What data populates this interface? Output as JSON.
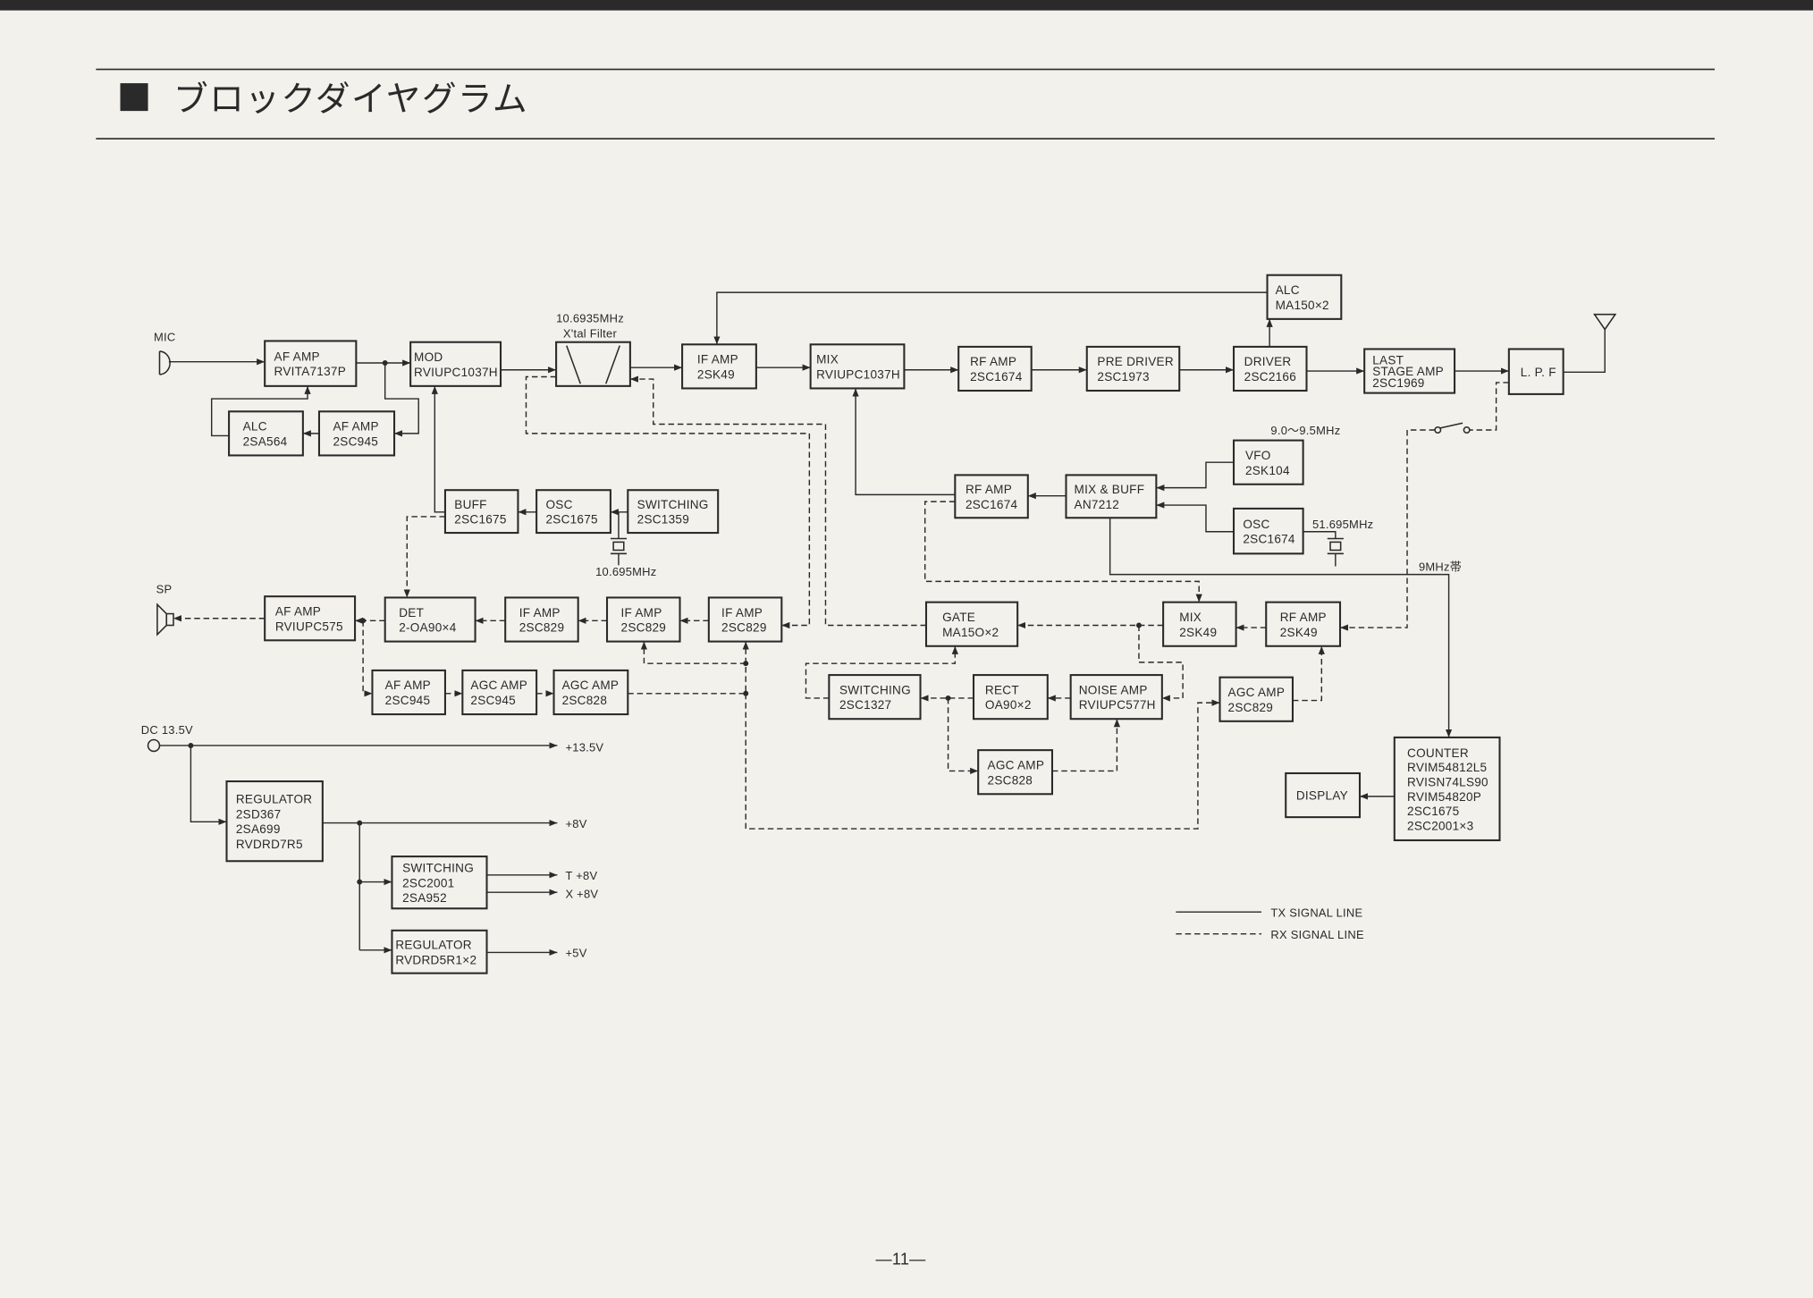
{
  "title": "ブロックダイヤグラム",
  "page_number": "—11—",
  "labels": {
    "mic": "MIC",
    "sp": "SP",
    "dc_in": "DC 13.5V",
    "rail_13_5v": "+13.5V",
    "rail_8v": "+8V",
    "rail_t_8v": "T +8V",
    "rail_x_8v": "X +8V",
    "rail_5v": "+5V",
    "xtal_filter_freq": "10.6935MHz",
    "xtal_filter_name": "X'tal Filter",
    "carrier_xtal_freq": "10.695MHz",
    "vfo_range": "9.0～9.5MHz",
    "local_osc_freq": "51.695MHz",
    "band": "9MHz帯"
  },
  "blocks": {
    "af_amp_mic": [
      "AF AMP",
      "RVITA7137P"
    ],
    "mod": [
      "MOD",
      "RVIUPC1037H"
    ],
    "if_amp_tx": [
      "IF AMP",
      "2SK49"
    ],
    "mix_tx": [
      "MIX",
      "RVIUPC1037H"
    ],
    "rf_amp_tx": [
      "RF AMP",
      "2SC1674"
    ],
    "pre_driver": [
      "PRE DRIVER",
      "2SC1973"
    ],
    "driver": [
      "DRIVER",
      "2SC2166"
    ],
    "last_stage": [
      "LAST",
      "STAGE AMP",
      "2SC1969"
    ],
    "lpf": [
      "L. P. F"
    ],
    "alc_driver": [
      "ALC",
      "MA150×2"
    ],
    "alc_mic": [
      "ALC",
      "2SA564"
    ],
    "af_amp_alc": [
      "AF AMP",
      "2SC945"
    ],
    "buff": [
      "BUFF",
      "2SC1675"
    ],
    "osc_carrier": [
      "OSC",
      "2SC1675"
    ],
    "switching_carrier": [
      "SWITCHING",
      "2SC1359"
    ],
    "vfo": [
      "VFO",
      "2SK104"
    ],
    "rf_amp_local": [
      "RF AMP",
      "2SC1674"
    ],
    "mix_buff": [
      "MIX & BUFF",
      "AN7212"
    ],
    "osc_local": [
      "OSC",
      "2SC1674"
    ],
    "af_amp_sp": [
      "AF AMP",
      "RVIUPC575"
    ],
    "det": [
      "DET",
      "2-OA90×4"
    ],
    "if_amp_rx3": [
      "IF AMP",
      "2SC829"
    ],
    "if_amp_rx2": [
      "IF AMP",
      "2SC829"
    ],
    "if_amp_rx1": [
      "IF AMP",
      "2SC829"
    ],
    "gate": [
      "GATE",
      "MA15O×2"
    ],
    "mix_rx": [
      "MIX",
      "2SK49"
    ],
    "rf_amp_rx": [
      "RF AMP",
      "2SK49"
    ],
    "af_amp_agc": [
      "AF AMP",
      "2SC945"
    ],
    "agc_amp_945": [
      "AGC AMP",
      "2SC945"
    ],
    "agc_amp_828": [
      "AGC AMP",
      "2SC828"
    ],
    "switching_nb": [
      "SWITCHING",
      "2SC1327"
    ],
    "rect": [
      "RECT",
      "OA90×2"
    ],
    "noise_amp": [
      "NOISE AMP",
      "RVIUPC577H"
    ],
    "agc_amp_829": [
      "AGC AMP",
      "2SC829"
    ],
    "agc_amp_nb": [
      "AGC AMP",
      "2SC828"
    ],
    "counter": [
      "COUNTER",
      "RVIM54812L5",
      "RVISN74LS90",
      "RVIM54820P",
      "2SC1675",
      "2SC2001×3"
    ],
    "display": [
      "DISPLAY"
    ],
    "regulator_8v": [
      "REGULATOR",
      "2SD367",
      "2SA699",
      "RVDRD7R5"
    ],
    "switching_tx_rx": [
      "SWITCHING",
      "2SC2001",
      "2SA952"
    ],
    "regulator_5v": [
      "REGULATOR",
      "RVDRD5R1×2"
    ]
  },
  "legend": {
    "tx": "TX SIGNAL LINE",
    "rx": "RX SIGNAL LINE"
  },
  "colors": {
    "paper": "#f3f1ec",
    "ink": "#2a2a2a"
  }
}
